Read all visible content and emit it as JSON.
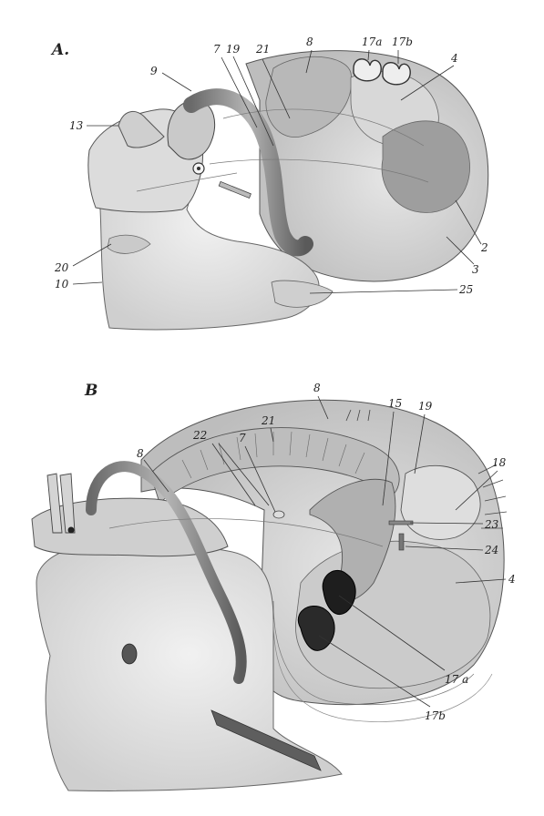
{
  "figure": {
    "panel_a": {
      "title": "A.",
      "labels": {
        "l9": "9",
        "l7": "7",
        "l19": "19",
        "l21": "21",
        "l8": "8",
        "l17a": "17a",
        "l17b": "17b",
        "l4": "4",
        "l13": "13",
        "l2": "2",
        "l3": "3",
        "l20": "20",
        "l10": "10",
        "l25": "25"
      }
    },
    "panel_b": {
      "title": "B",
      "labels": {
        "l22": "22",
        "l7": "7",
        "l21": "21",
        "l8top": "8",
        "l15": "15",
        "l19": "19",
        "l18": "18",
        "l8left": "8",
        "l23": "23",
        "l24": "24",
        "l4": "4",
        "l17a": "17 a",
        "l17b": "17b"
      }
    }
  }
}
